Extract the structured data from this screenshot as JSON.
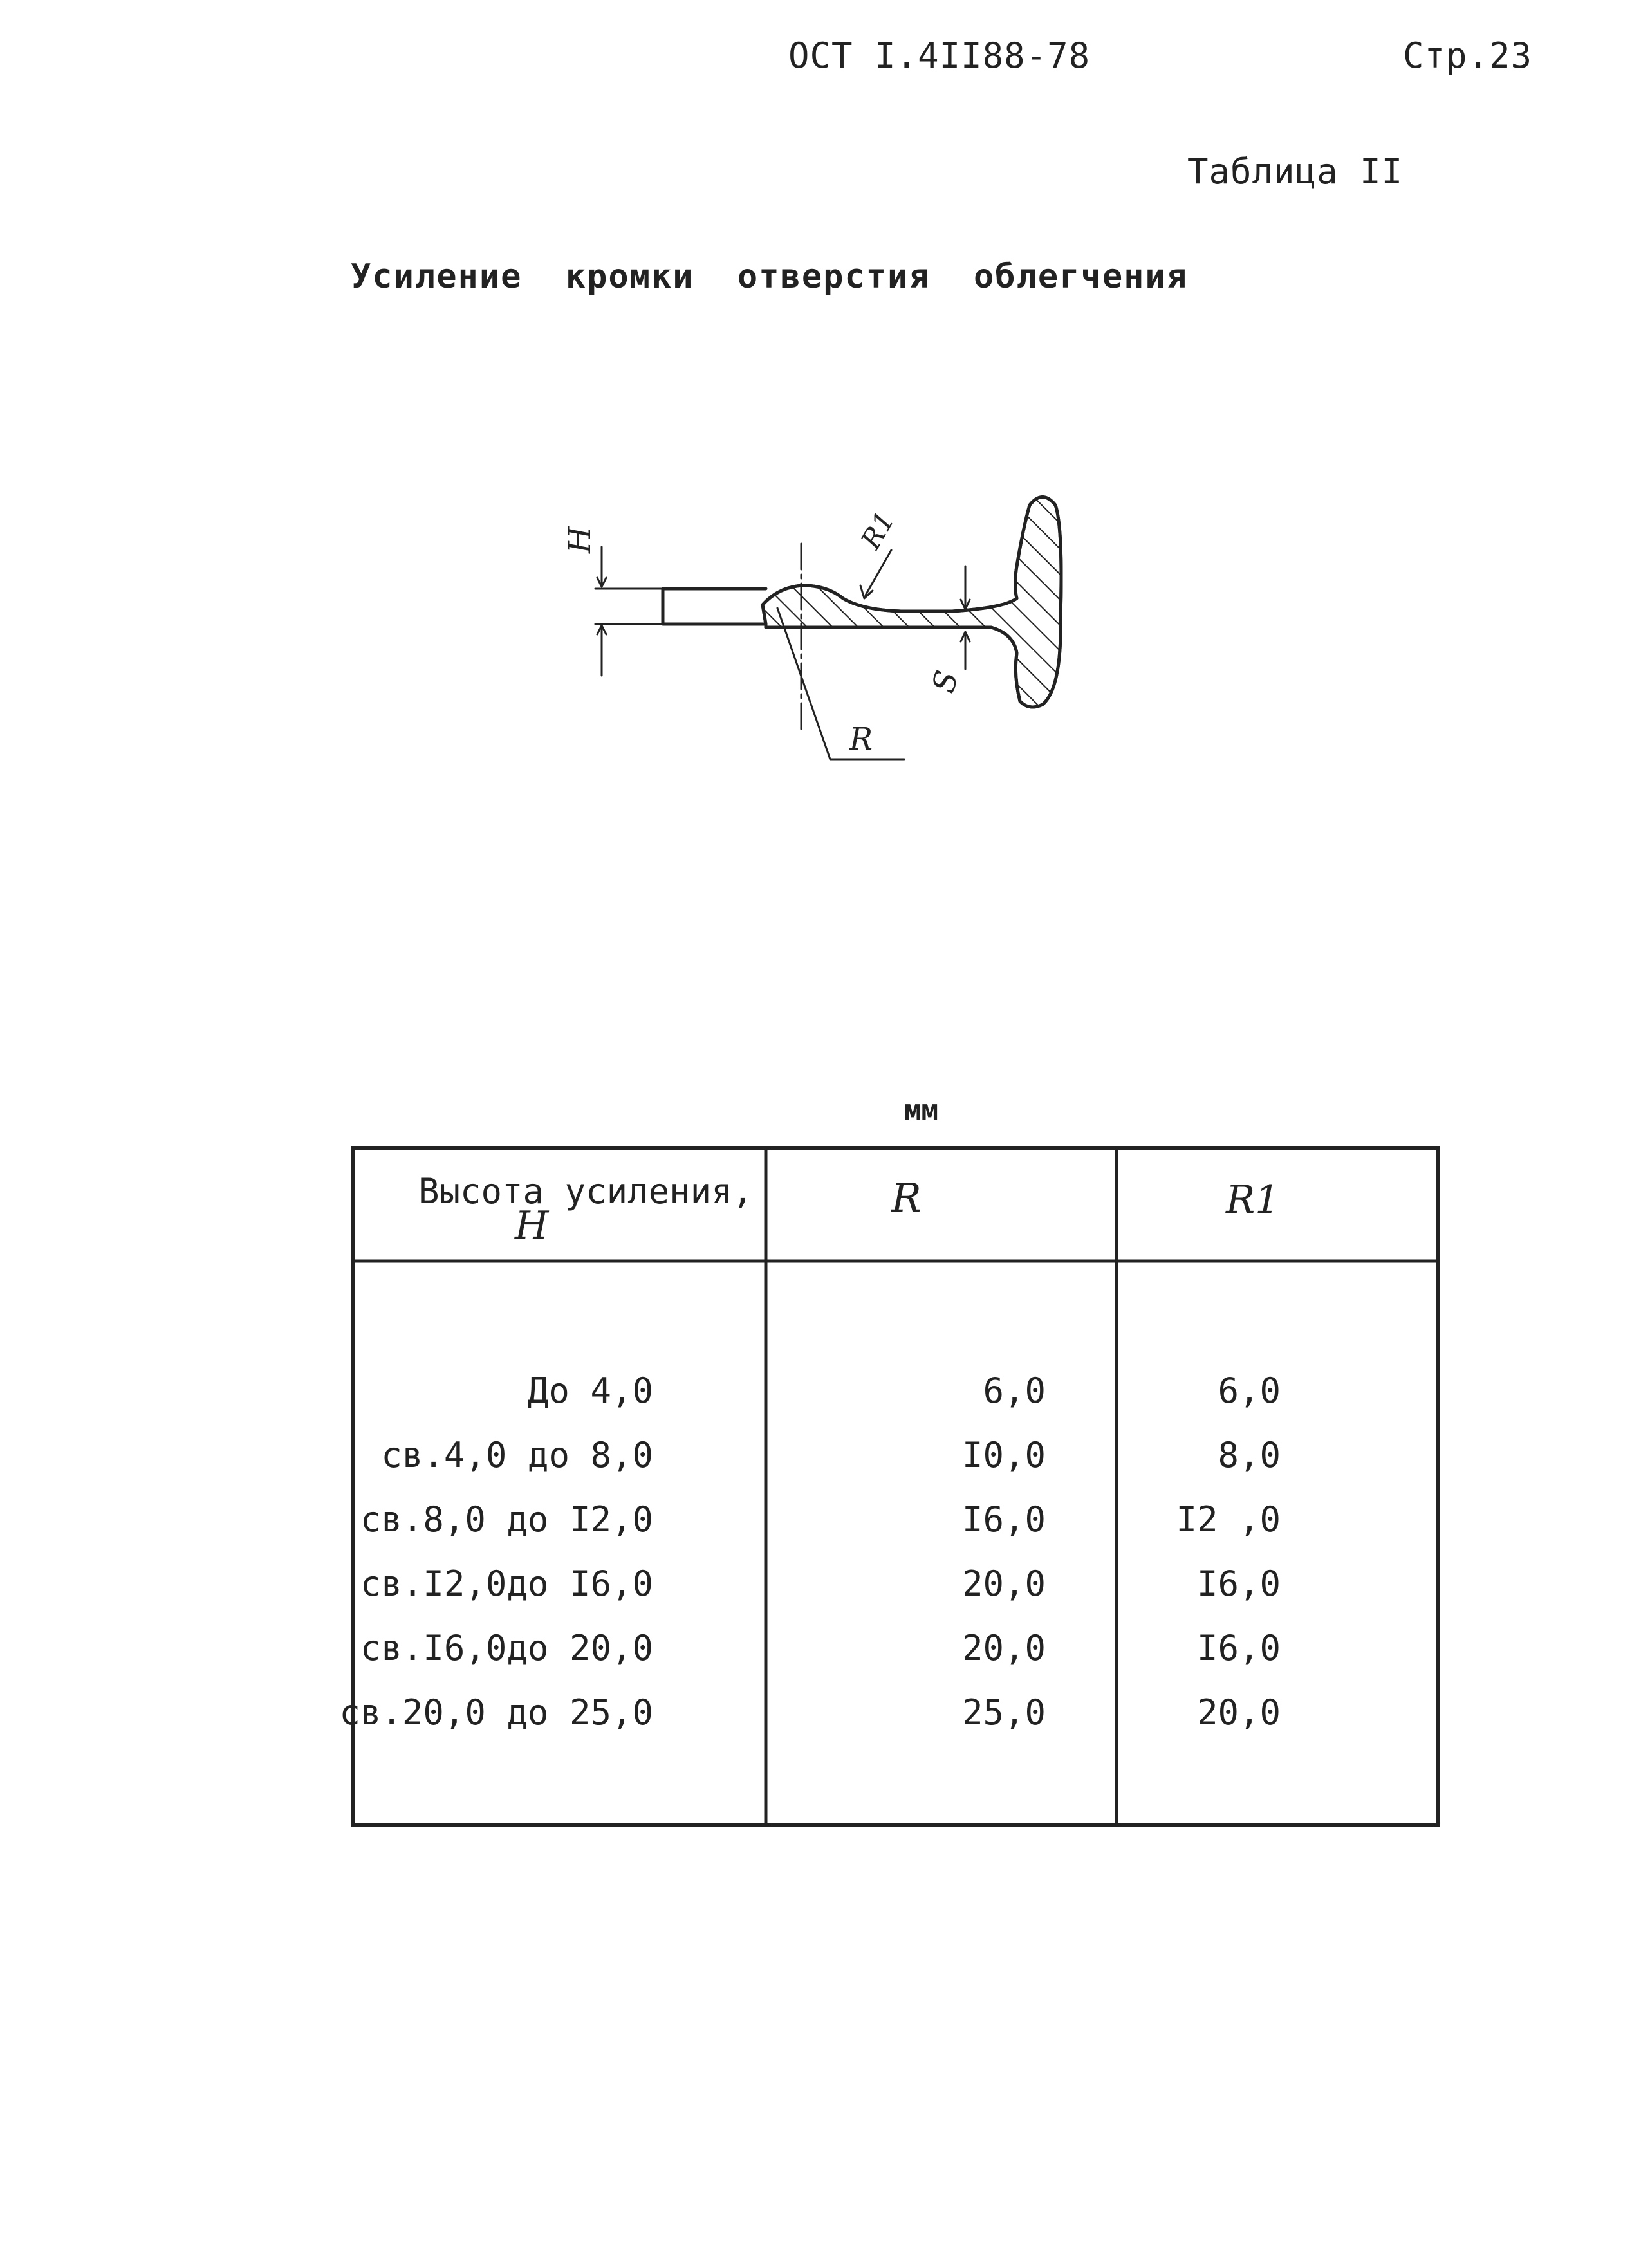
{
  "header": {
    "standard": "ОСТ I.4II88-78",
    "page": "Стр.23",
    "table_number": "Таблица II"
  },
  "title": "Усиление кромки отверстия облегчения",
  "figure": {
    "labels": {
      "h": "H",
      "r1": "R1",
      "s": "S",
      "r": "R"
    }
  },
  "table": {
    "unit": "мм",
    "headers": {
      "h": "Высота усиления,",
      "h_symbol": "H",
      "r": "R",
      "r1": "R1"
    },
    "rows": [
      {
        "h": "До 4,0",
        "r": "6,0",
        "r1": "6,0"
      },
      {
        "h": "св.4,0 до 8,0",
        "r": "I0,0",
        "r1": "8,0"
      },
      {
        "h": "св.8,0 до I2,0",
        "r": "I6,0",
        "r1": "I2 ,0"
      },
      {
        "h": "св.I2,0до I6,0",
        "r": "20,0",
        "r1": "I6,0"
      },
      {
        "h": "св.I6,0до 20,0",
        "r": "20,0",
        "r1": "I6,0"
      },
      {
        "h": "св.20,0 до 25,0",
        "r": "25,0",
        "r1": "20,0"
      }
    ]
  }
}
